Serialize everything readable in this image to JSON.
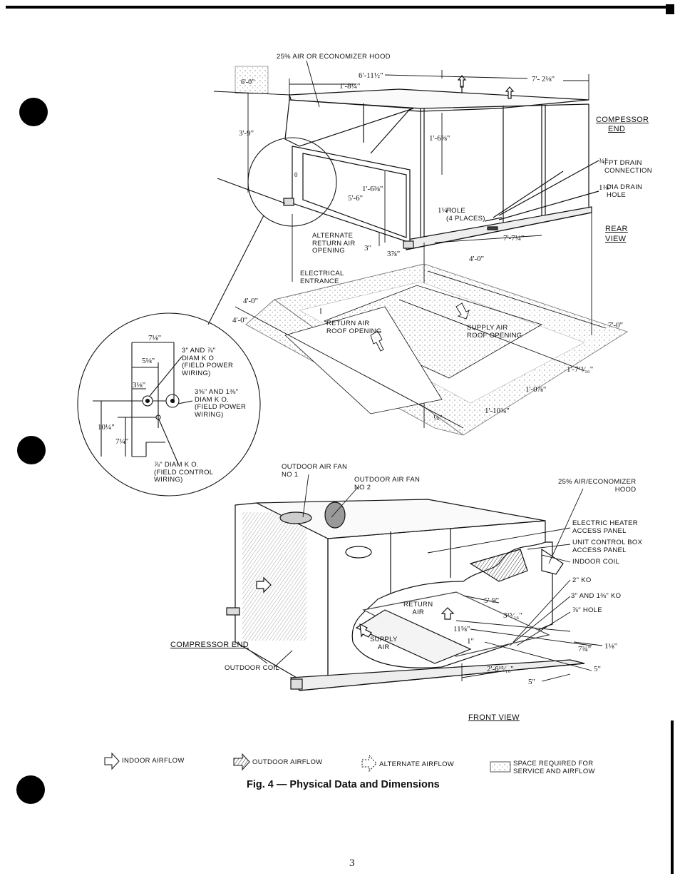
{
  "caption": "Fig. 4 — Physical Data and Dimensions",
  "page_number": "3",
  "top_view": {
    "labels": {
      "hood": "25% AIR OR ECONOMIZER HOOD",
      "compressor_end": [
        "COMPESSOR",
        "END"
      ],
      "drain_connection": [
        "FPT DRAIN",
        "CONNECTION"
      ],
      "drain_hole": [
        "DIA DRAIN",
        "HOLE"
      ],
      "hole_4_places": [
        "HOLE",
        "(4 PLACES)"
      ],
      "rear_view": [
        "REAR",
        "VIEW"
      ],
      "alternate_return": [
        "ALTERNATE",
        "RETURN AIR",
        "OPENING"
      ],
      "electrical_entrance": [
        "ELECTRICAL",
        "ENTRANCE"
      ],
      "return_air_roof": [
        "RETURN AIR",
        "ROOF OPENING"
      ],
      "supply_air_roof": [
        "SUPPLY AIR",
        "ROOF OPENING"
      ]
    },
    "dimensions": [
      "6'-0\"",
      "6'-11½\"",
      "7'- 2⅛\"",
      "1'-8¼\"",
      "3'-9\"",
      "1'-6⅝\"",
      "1'-6⅜\"",
      "5'-6\"",
      "3\"",
      "3⅞\"",
      "7'-7¼\"",
      "4'-0\"",
      "4'-0\"",
      "4'-0\"",
      "7'-0\"",
      "1'-7¹³⁄₁₆\"",
      "1'-0⅞\"",
      "1'-10¾\"",
      "¼\"",
      "¾\"",
      "1⅜\"",
      "1¼\"",
      "0"
    ]
  },
  "detail": {
    "labels": {
      "ko_1": [
        "3\" AND ⅞\"",
        "DIAM K O",
        "(FIELD POWER",
        "WIRING)"
      ],
      "ko_2": [
        "3⅝\" AND 1⅜\"",
        "DIAM K O.",
        "(FIELD POWER",
        "WIRING)"
      ],
      "ko_3": [
        "⅞\" DIAM K O.",
        "(FIELD CONTROL",
        "WIRING)"
      ]
    },
    "dimensions": [
      "7⅛\"",
      "5⅛\"",
      "3⅛\"",
      "10¼\"",
      "7¼\""
    ]
  },
  "front_view": {
    "labels": {
      "fan1": [
        "OUTDOOR AIR FAN",
        "NO 1"
      ],
      "fan2": [
        "OUTDOOR AIR FAN",
        "NO 2"
      ],
      "hood": [
        "25% AIR/ECONOMIZER",
        "HOOD"
      ],
      "heater": [
        "ELECTRIC HEATER",
        "ACCESS PANEL"
      ],
      "control_box": [
        "UNIT CONTROL BOX",
        "ACCESS PANEL"
      ],
      "indoor_coil": "INDOOR COIL",
      "ko_2in": "2\" KO",
      "ko_3in": "3\" AND 1⅜\" KO",
      "hole": "⅞\" HOLE",
      "return_air": [
        "RETURN",
        "AIR"
      ],
      "supply_air": [
        "SUPPLY",
        "AIR"
      ],
      "compressor_end": "COMPRESSOR END",
      "outdoor_coil": "OUTDOOR COIL",
      "front_view": "FRONT VIEW"
    },
    "dimensions": [
      "5'-9\"",
      "3¹⁵⁄₁₆\"",
      "11⅝\"",
      "1\"",
      "7¾\"",
      "2'-6¹⁵⁄₁₆\"",
      "5\"",
      "5\"",
      "1⅛\""
    ]
  },
  "legend": {
    "indoor": "INDOOR AIRFLOW",
    "outdoor": "OUTDOOR AIRFLOW",
    "alternate": "ALTERNATE AIRFLOW",
    "space": [
      "SPACE REQUIRED FOR",
      "SERVICE AND AIRFLOW"
    ]
  }
}
